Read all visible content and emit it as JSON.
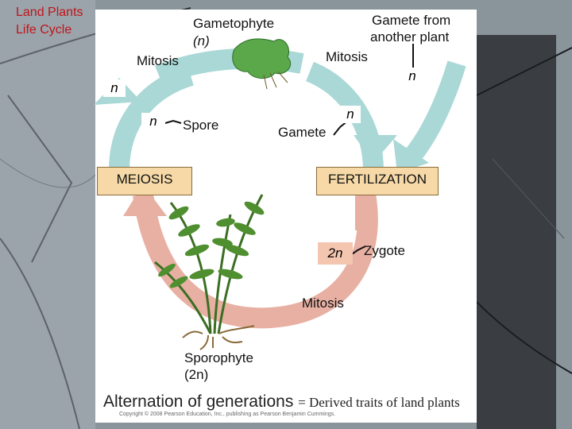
{
  "slide_title": [
    "Land Plants",
    "Life Cycle"
  ],
  "labels": {
    "gametophyte": "Gametophyte",
    "gametophyte_ploidy": "(n)",
    "gamete_from_another_line1": "Gamete from",
    "gamete_from_another_line2": "another plant",
    "mitosis_top_left": "Mitosis",
    "mitosis_top_right": "Mitosis",
    "n_top_right": "n",
    "n_left": "n",
    "n_spore": "n",
    "spore": "Spore",
    "n_gamete": "n",
    "gamete": "Gamete",
    "meiosis": "MEIOSIS",
    "fertilization": "FERTILIZATION",
    "zygote_ploidy": "2n",
    "zygote": "Zygote",
    "mitosis_bottom": "Mitosis",
    "sporophyte": "Sporophyte",
    "sporophyte_ploidy": "(2n)"
  },
  "caption": {
    "main": "Alternation of generations",
    "suffix": "= Derived traits of land plants"
  },
  "copyright": "Copyright © 2008 Pearson Education, Inc., publishing as Pearson Benjamin Cummings.",
  "colors": {
    "haploid_arrow": "#a9d8d6",
    "diploid_arrow": "#e7b0a3",
    "title_red": "#c0141a",
    "box_fill": "#f6d9a7"
  }
}
